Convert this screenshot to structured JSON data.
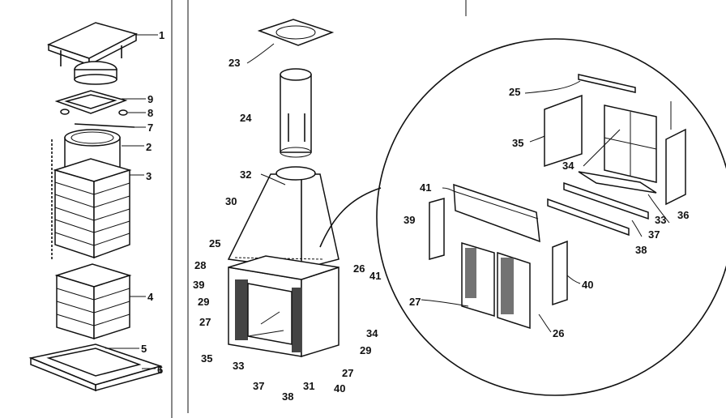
{
  "labels": {
    "l1": "1",
    "l2": "2",
    "l3": "3",
    "l4": "4",
    "l5": "5",
    "l6": "6",
    "l7": "7",
    "l8": "8",
    "l9": "9",
    "l23": "23",
    "l24": "24",
    "l32": "32",
    "l30": "30",
    "l25a": "25",
    "l28": "28",
    "l39a": "39",
    "l29a": "29",
    "l27a": "27",
    "l35a": "35",
    "l33a": "33",
    "l37a": "37",
    "l38a": "38",
    "l31": "31",
    "l40a": "40",
    "l27b": "27",
    "l29b": "29",
    "l34a": "34",
    "l41a": "41",
    "l26a": "26",
    "l25b": "25",
    "l35b": "35",
    "l34b": "34",
    "l41b": "41",
    "l39b": "39",
    "l33b": "33",
    "l36": "36",
    "l37b": "37",
    "l38b": "38",
    "l27c": "27",
    "l26b": "26",
    "l40b": "40"
  }
}
